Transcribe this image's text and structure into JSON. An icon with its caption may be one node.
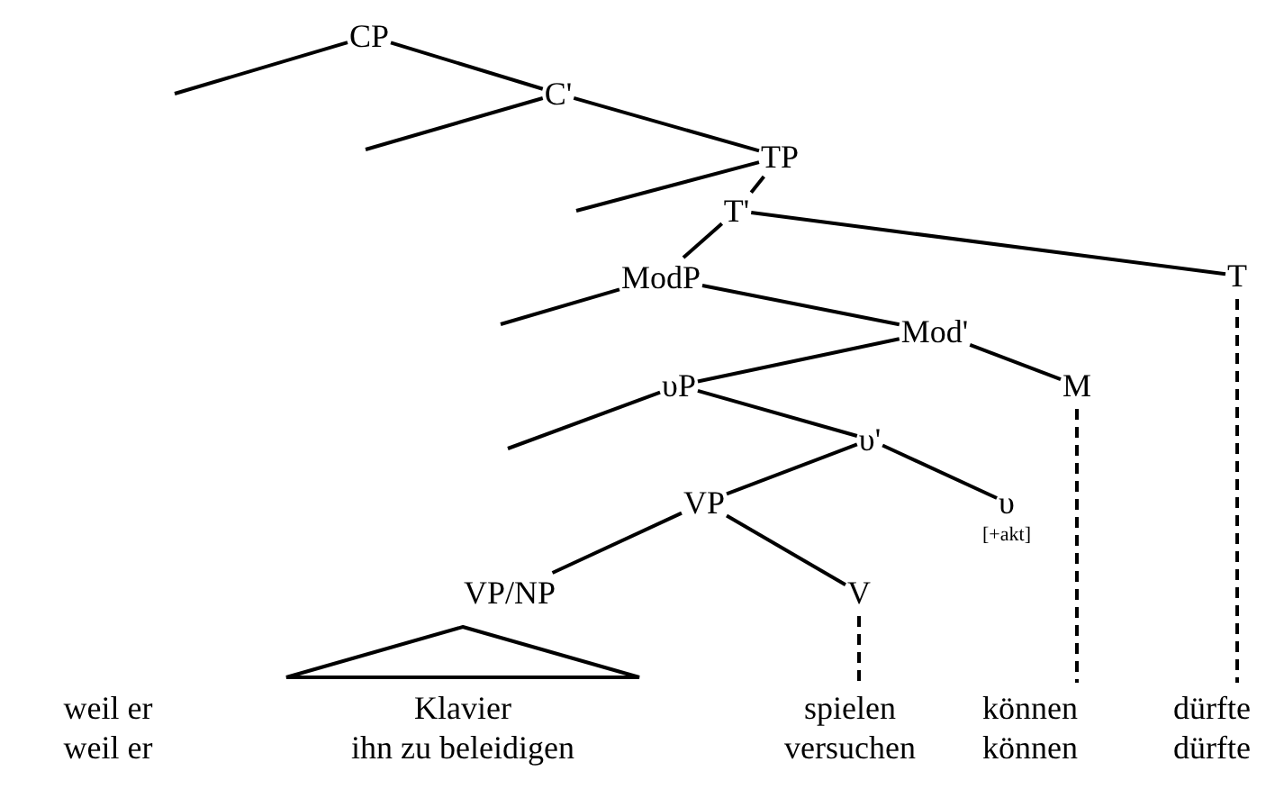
{
  "diagram": {
    "nodes": [
      {
        "text": [
          "CP"
        ]
      },
      {
        "text": [
          "C'"
        ]
      },
      {
        "text": [
          "TP"
        ]
      },
      {
        "text": [
          "T'"
        ]
      },
      {
        "text": [
          "ModP"
        ]
      },
      {
        "text": [
          "T"
        ]
      },
      {
        "text": [
          "Mod'"
        ]
      },
      {
        "text": [
          "υP"
        ]
      },
      {
        "text": [
          "M"
        ]
      },
      {
        "text": [
          "υ'"
        ]
      },
      {
        "text": [
          "VP"
        ]
      },
      {
        "text": [
          "υ"
        ],
        "beside": [
          "[+akt]"
        ]
      },
      {
        "text": [
          "VP/NP"
        ]
      },
      {
        "text": [
          "V"
        ]
      },
      {
        "text": [],
        "shape": "triangle"
      },
      {
        "text": [
          "spielen"
        ]
      },
      {
        "text": [
          "können"
        ]
      },
      {
        "text": [
          "dürfte"
        ]
      }
    ],
    "edges": [
      {
        "from": 0,
        "to": null,
        "arrow": "none"
      },
      {
        "from": 0,
        "to": 1,
        "arrow": "none"
      },
      {
        "from": 1,
        "to": null,
        "arrow": "none"
      },
      {
        "from": 1,
        "to": 2,
        "arrow": "none"
      },
      {
        "from": 2,
        "to": null,
        "arrow": "none"
      },
      {
        "from": 2,
        "to": 3,
        "arrow": "none"
      },
      {
        "from": 3,
        "to": 4,
        "arrow": "none"
      },
      {
        "from": 3,
        "to": 5,
        "arrow": "none"
      },
      {
        "from": 4,
        "to": null,
        "arrow": "none"
      },
      {
        "from": 4,
        "to": 6,
        "arrow": "none"
      },
      {
        "from": 6,
        "to": 7,
        "arrow": "none"
      },
      {
        "from": 6,
        "to": 8,
        "arrow": "none"
      },
      {
        "from": 7,
        "to": null,
        "arrow": "none"
      },
      {
        "from": 7,
        "to": 9,
        "arrow": "none"
      },
      {
        "from": 9,
        "to": 10,
        "arrow": "none"
      },
      {
        "from": 9,
        "to": 11,
        "arrow": "none"
      },
      {
        "from": 10,
        "to": 12,
        "arrow": "none"
      },
      {
        "from": 10,
        "to": 13,
        "arrow": "none"
      },
      {
        "from": 13,
        "to": 15,
        "arrow": "none",
        "style": "dashed"
      },
      {
        "from": 8,
        "to": 16,
        "arrow": "none",
        "style": "dashed"
      },
      {
        "from": 5,
        "to": 17,
        "arrow": "none",
        "style": "dashed"
      }
    ],
    "labels": [
      "weil er",
      "Klavier",
      "weil er",
      "ihn zu beleidigen",
      "versuchen",
      "können",
      "dürfte"
    ]
  }
}
